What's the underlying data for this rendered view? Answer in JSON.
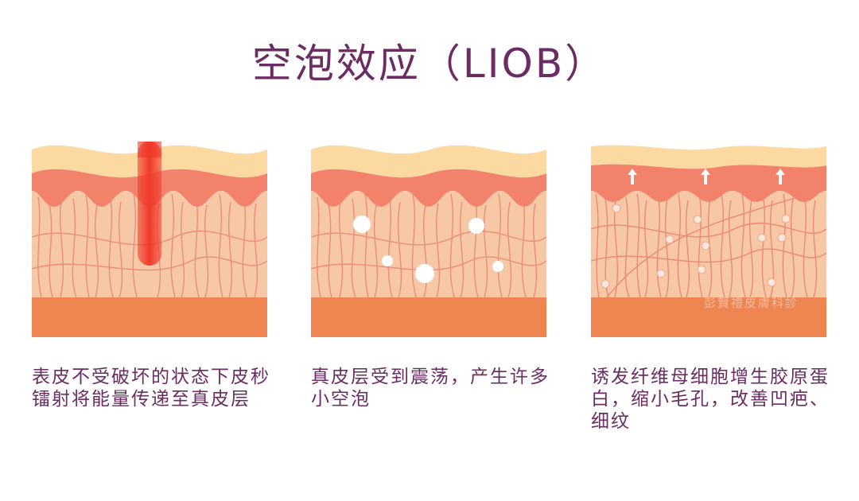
{
  "title": "空泡效应（LIOB）",
  "panels": [
    {
      "caption": "表皮不受破坏的状态下皮秒镭射将能量传递至真皮层"
    },
    {
      "caption": "真皮层受到震荡，产生许多小空泡"
    },
    {
      "caption": "诱发纤维母细胞增生胶原蛋白，缩小毛孔，改善凹疤、细纹"
    }
  ],
  "watermark": "彭賢禮皮膚科診",
  "colors": {
    "title": "#6a2c63",
    "epidermis": "#fcd9a0",
    "dermis_top": "#f3826c",
    "dermis_mid": "#f7c3a0",
    "base": "#ef8550",
    "fiber": "#ec8270",
    "laser": "#f03a2a"
  },
  "icons": [
    "up-arrow-icon",
    "bubble-icon",
    "laser-beam-icon"
  ]
}
